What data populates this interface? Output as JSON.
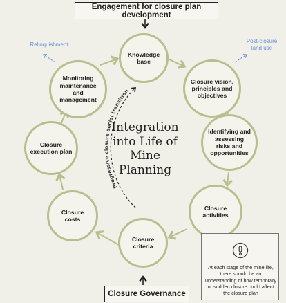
{
  "header": {
    "engagement_label": "Engagement for closure plan development"
  },
  "footer": {
    "governance_label": "Closure Governance"
  },
  "center": {
    "title": "Integration into Life of Mine Planning"
  },
  "transition_label": "Progressive closure social transition",
  "side_labels": {
    "relinquishment": "Relinquishment",
    "post_closure": "Post-closure land use"
  },
  "nodes": [
    {
      "label": "Knowledge base"
    },
    {
      "label": "Closure vision, principles and objectives"
    },
    {
      "label": "Identifying and assessing risks and opportunities"
    },
    {
      "label": "Closure activities"
    },
    {
      "label": "Closure criteria"
    },
    {
      "label": "Closure costs"
    },
    {
      "label": "Closure execution plan"
    },
    {
      "label": "Monitoring maintenance and management"
    }
  ],
  "note": {
    "icon": "exclamation-icon",
    "text": "At each stage of the mine life, there should be an understanding of how temporary or sudden closure could affect the closure plan"
  },
  "colors": {
    "node_ring": "#b6c08d",
    "arrow": "#b6c08d",
    "blue_text": "#6f8fdb",
    "background": "#f0efe8"
  }
}
